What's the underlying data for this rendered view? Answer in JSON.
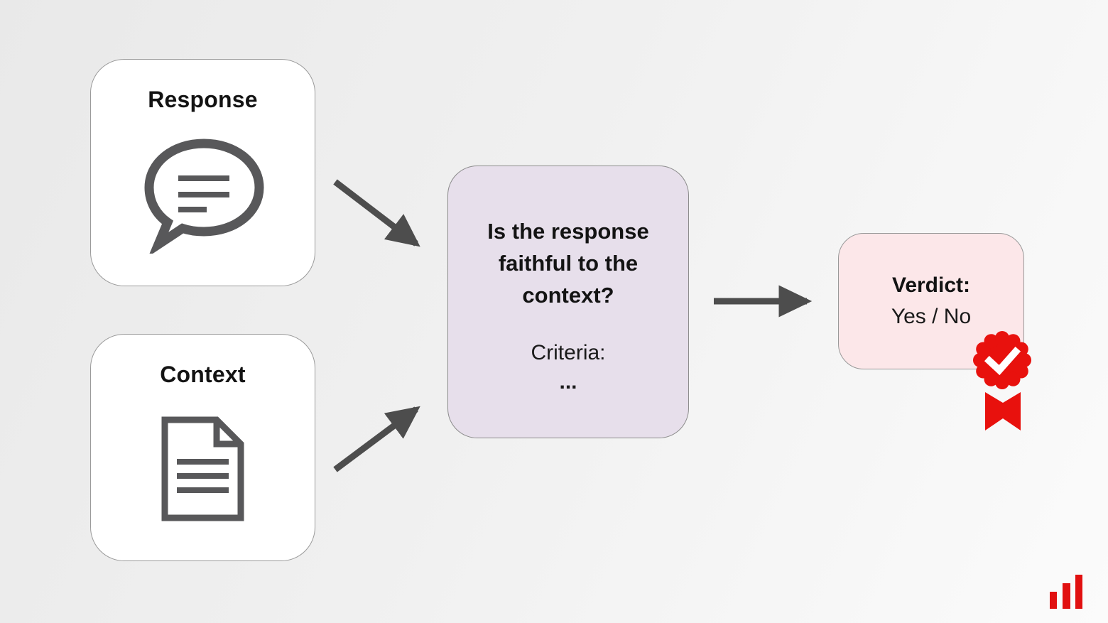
{
  "diagram": {
    "nodes": {
      "response": {
        "label": "Response",
        "icon": "speech-bubble-icon"
      },
      "context": {
        "label": "Context",
        "icon": "document-icon"
      },
      "judge": {
        "question": "Is the response faithful to the context?",
        "criteria_label": "Criteria:",
        "criteria_ellipsis": "..."
      },
      "verdict": {
        "label": "Verdict:",
        "value": "Yes / No",
        "icon": "award-badge-icon"
      }
    },
    "arrows": [
      {
        "from": "response",
        "to": "judge",
        "direction": "down-right"
      },
      {
        "from": "context",
        "to": "judge",
        "direction": "up-right"
      },
      {
        "from": "judge",
        "to": "verdict",
        "direction": "right"
      }
    ],
    "colors": {
      "background_start": "#e9e9e9",
      "background_end": "#fbfbfb",
      "input_box": "#ffffff",
      "judge_box": "#e7dfeb",
      "verdict_box": "#fce7e9",
      "arrow_gray": "#4d4d4d",
      "icon_gray": "#58585a",
      "accent_red": "#e8110d",
      "text": "#131313"
    },
    "logo": {
      "icon": "bar-chart-logo-icon"
    }
  }
}
